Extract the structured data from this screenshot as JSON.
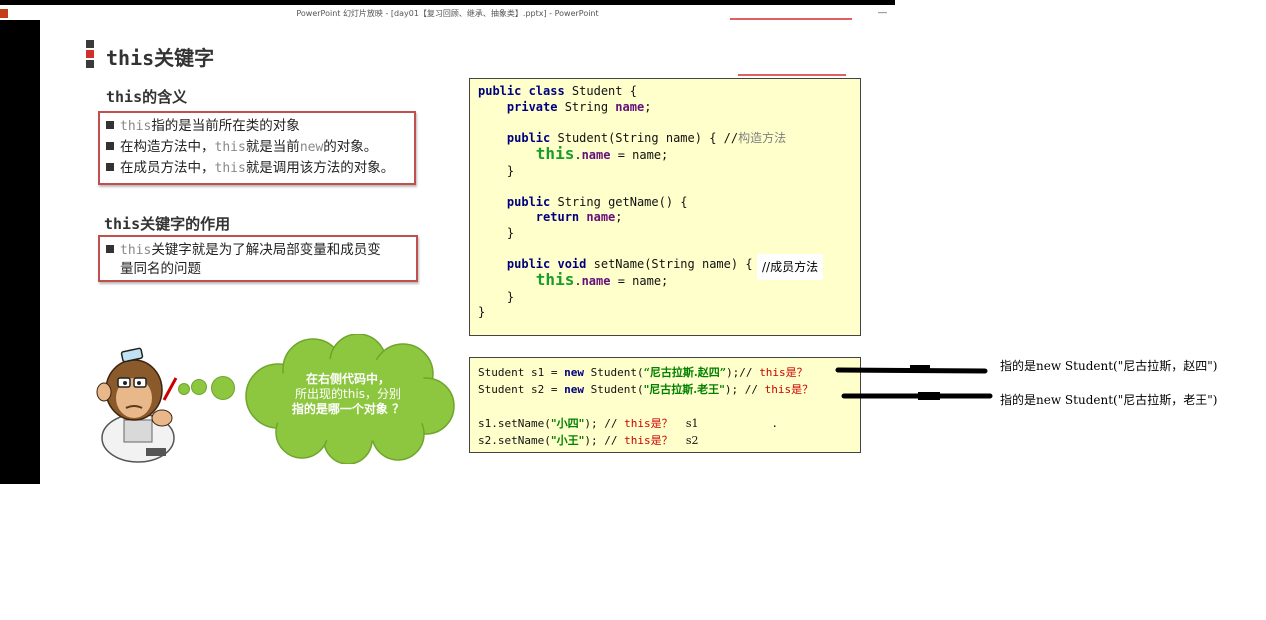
{
  "window": {
    "title": "PowerPoint 幻灯片放映 - [day01【复习回顾、继承、抽象类】.pptx] - PowerPoint",
    "minimize_glyph": "—"
  },
  "slide": {
    "title_mono": "this",
    "title_rest": "关键字",
    "section1": {
      "heading_mono": "this",
      "heading_rest": "的含义",
      "lines": [
        {
          "a": "",
          "code1": "this",
          "b": "指的是当前所在类的对象",
          "code2": "",
          "c": ""
        },
        {
          "a": "在构造方法中，",
          "code1": "this",
          "b": "就是当前",
          "code2": "new",
          "c": "的对象。"
        },
        {
          "a": "在成员方法中，",
          "code1": "this",
          "b": "就是调用该方法的对象。",
          "code2": "",
          "c": ""
        }
      ]
    },
    "section2": {
      "heading_mono": "this",
      "heading_rest": "关键字的作用",
      "line1_code": "this",
      "line1_rest": "关键字就是为了解决局部变量和成员变",
      "line2": "量同名的问题"
    },
    "cloud_text": {
      "line1": "在右侧代码中，",
      "line2a": "所出现的",
      "line2b": "this",
      "line2c": "，分别",
      "line3": "指的是哪一个对象 ？"
    },
    "code1": {
      "l1_kw": "public class",
      "l1_rest": " Student {",
      "l2_kw": "private",
      "l2_type": " String ",
      "l2_field": "name",
      "l2_end": ";",
      "l4_kw": "public",
      "l4_rest": " Student(String name) { //",
      "l4_cm": "构造方法",
      "l5_this": "this",
      "l5_dot": ".",
      "l5_field": "name",
      "l5_rest": " = name;",
      "close": "}",
      "l8_kw": "public",
      "l8_rest": " String getName() {",
      "l9_kw": "return",
      "l9_field": " name",
      "l9_end": ";",
      "l12_kw": "public void",
      "l12_rest": " setName(String name) {",
      "note": "//成员方法"
    },
    "code2": {
      "l1a": "Student s1 = ",
      "l1_kw": "new",
      "l1b": " Student(",
      "l1_str": "“尼古拉斯.赵四”",
      "l1c": ");// ",
      "l1_q": "this是？",
      "l2a": "Student s2 = ",
      "l2_kw": "new",
      "l2b": " Student(",
      "l2_str": "\"尼古拉斯.老王\"",
      "l2c": "); // ",
      "l2_q": "this是？",
      "l4a": "s1.setName(",
      "l4_str": "\"小四\"",
      "l4b": "); // ",
      "l4_q": "this是？",
      "l4_ans": "s1",
      "l5a": "s2.setName(",
      "l5_str": "\"小王\"",
      "l5b": "); // ",
      "l5_q": "this是？",
      "l5_ans": "s2",
      "dot": "."
    }
  },
  "annotations": {
    "label1": "指的是new Student(\"尼古拉斯，赵四\")",
    "label2": "指的是new Student(\"尼古拉斯，老王\")"
  },
  "colors": {
    "box_border": "#c0504d",
    "code_bg": "#ffffcc",
    "cloud": "#8dc63f",
    "keyword": "#00007f",
    "field": "#660e7a",
    "this_green": "#1a9c2c",
    "question_red": "#cc0000"
  }
}
